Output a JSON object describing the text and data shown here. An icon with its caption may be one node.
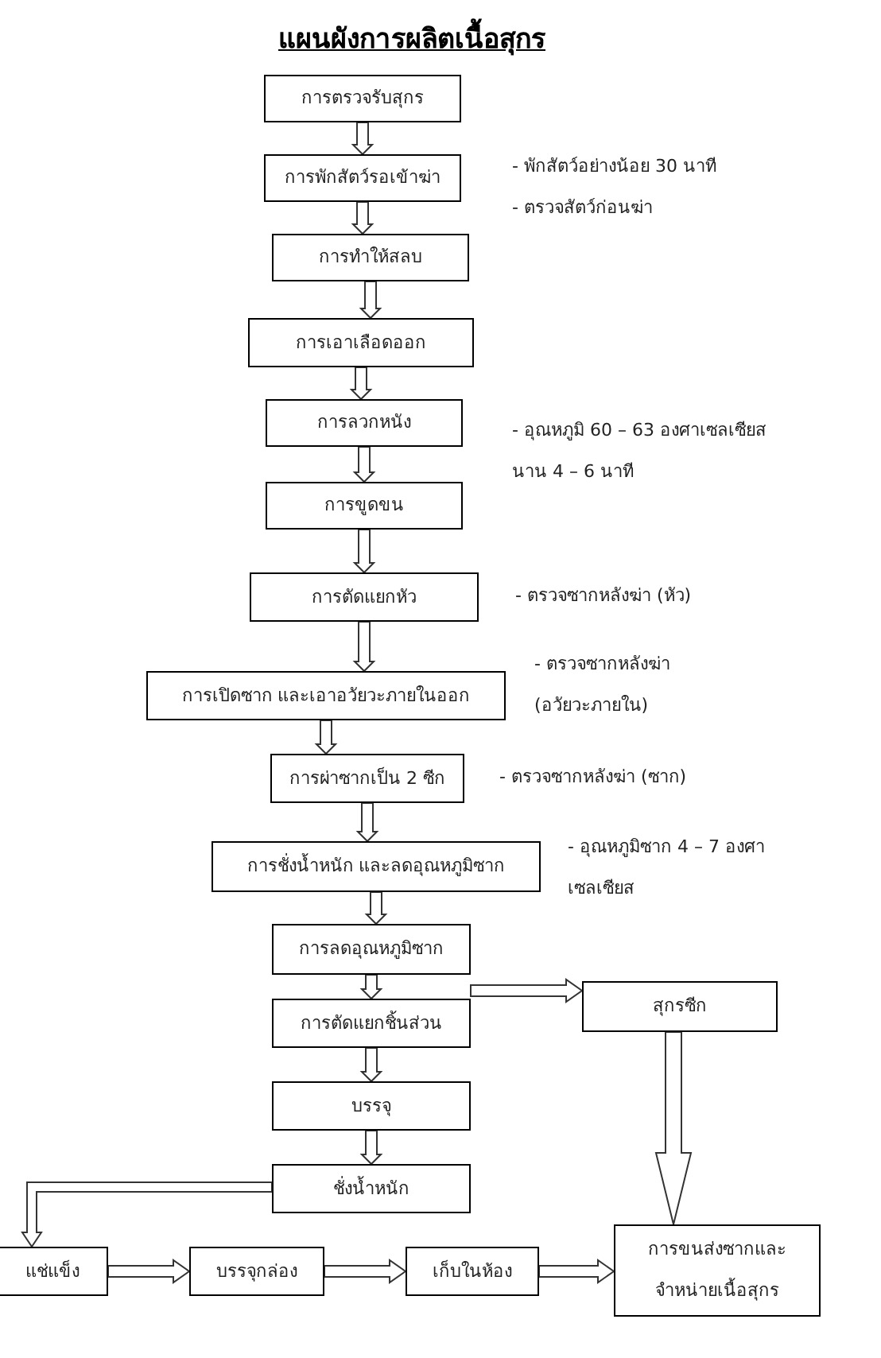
{
  "diagram": {
    "title": "แผนผังการผลิตเนื้อสุกร",
    "nodes": [
      {
        "text": [
          "การตรวจรับสุกร"
        ]
      },
      {
        "text": [
          "การพักสัตว์รอเข้าฆ่า"
        ],
        "beside": [
          "- พักสัตว์อย่างน้อย 30 นาที",
          "- ตรวจสัตว์ก่อนฆ่า"
        ]
      },
      {
        "text": [
          "การทำให้สลบ"
        ]
      },
      {
        "text": [
          "การเอาเลือดออก"
        ]
      },
      {
        "text": [
          "การลวกหนัง"
        ],
        "beside": [
          "- อุณหภูมิ 60 – 63 องศาเซลเซียส นาน 4 – 6 นาที"
        ]
      },
      {
        "text": [
          "การขูดขน"
        ]
      },
      {
        "text": [
          "การตัดแยกหัว"
        ],
        "beside": [
          "- ตรวจซากหลังฆ่า (หัว)"
        ]
      },
      {
        "text": [
          "การเปิดซาก และเอาอวัยวะภายในออก"
        ],
        "beside": [
          "- ตรวจซากหลังฆ่า (อวัยวะภายใน)"
        ]
      },
      {
        "text": [
          "การผ่าซากเป็น 2 ซีก"
        ],
        "beside": [
          "- ตรวจซากหลังฆ่า (ซาก)"
        ]
      },
      {
        "text": [
          "การชั่งน้ำหนัก และลดอุณหภูมิซาก"
        ],
        "beside": [
          "- อุณหภูมิซาก 4 – 7 องศาเซลเซียส"
        ]
      },
      {
        "text": [
          "การลดอุณหภูมิซาก"
        ]
      },
      {
        "text": [
          "การตัดแยกชิ้นส่วน"
        ]
      },
      {
        "text": [
          "สุกรซีก"
        ]
      },
      {
        "text": [
          "บรรจุ"
        ]
      },
      {
        "text": [
          "ชั่งน้ำหนัก"
        ]
      },
      {
        "text": [
          "แช่แข็ง"
        ]
      },
      {
        "text": [
          "บรรจุกล่อง"
        ]
      },
      {
        "text": [
          "เก็บในห้อง"
        ]
      },
      {
        "text": [
          "การขนส่งซากและจำหน่ายเนื้อสุกร"
        ]
      }
    ],
    "edges": [
      {
        "from": 0,
        "to": 1,
        "arrow": "to"
      },
      {
        "from": 1,
        "to": 2,
        "arrow": "to"
      },
      {
        "from": 2,
        "to": 3,
        "arrow": "to"
      },
      {
        "from": 3,
        "to": 4,
        "arrow": "to"
      },
      {
        "from": 4,
        "to": 5,
        "arrow": "to"
      },
      {
        "from": 5,
        "to": 6,
        "arrow": "to"
      },
      {
        "from": 6,
        "to": 7,
        "arrow": "to"
      },
      {
        "from": 7,
        "to": 8,
        "arrow": "to"
      },
      {
        "from": 8,
        "to": 9,
        "arrow": "to"
      },
      {
        "from": 9,
        "to": 10,
        "arrow": "to"
      },
      {
        "from": 10,
        "to": 11,
        "arrow": "to"
      },
      {
        "from": 11,
        "to": 12,
        "arrow": "to"
      },
      {
        "from": 11,
        "to": 13,
        "arrow": "to"
      },
      {
        "from": 13,
        "to": 14,
        "arrow": "to"
      },
      {
        "from": 14,
        "to": 15,
        "arrow": "to"
      },
      {
        "from": 15,
        "to": 16,
        "arrow": "to"
      },
      {
        "from": 16,
        "to": 17,
        "arrow": "to"
      },
      {
        "from": 17,
        "to": 18,
        "arrow": "to"
      },
      {
        "from": 12,
        "to": 18,
        "arrow": "to"
      }
    ]
  }
}
